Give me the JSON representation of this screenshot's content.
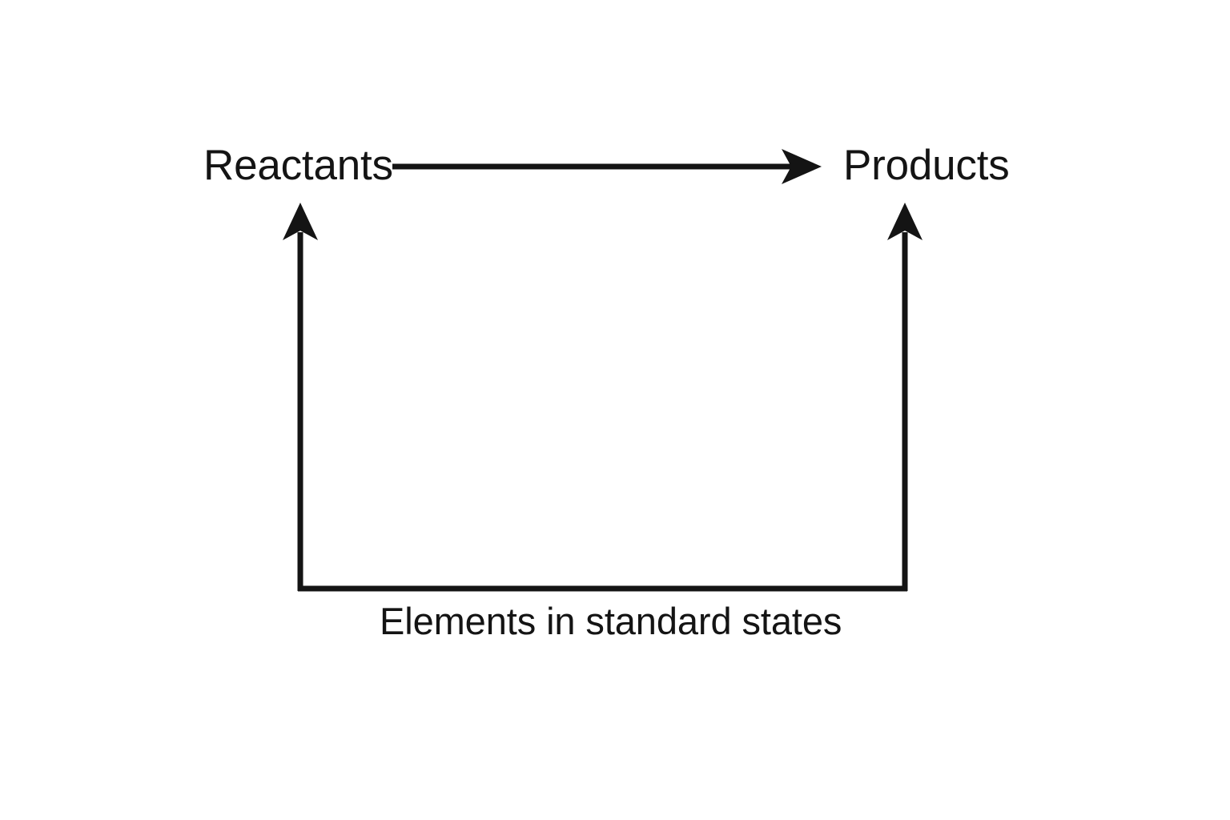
{
  "diagram": {
    "type": "energy-cycle-diagram",
    "background_color": "#ffffff",
    "stroke_color": "#141414",
    "nodes": {
      "reactants_label": "Reactants",
      "products_label": "Products",
      "elements_label": "Elements in standard states"
    },
    "arrows": [
      {
        "name": "reactants-to-products-arrow",
        "direction": "right",
        "from": "Reactants",
        "to": "Products"
      },
      {
        "name": "elements-to-reactants-arrow",
        "direction": "up",
        "from": "Elements in standard states",
        "to": "Reactants"
      },
      {
        "name": "elements-to-products-arrow",
        "direction": "up",
        "from": "Elements in standard states",
        "to": "Products"
      }
    ],
    "connectors": [
      {
        "name": "elements-baseline-connector",
        "orientation": "horizontal"
      }
    ]
  }
}
